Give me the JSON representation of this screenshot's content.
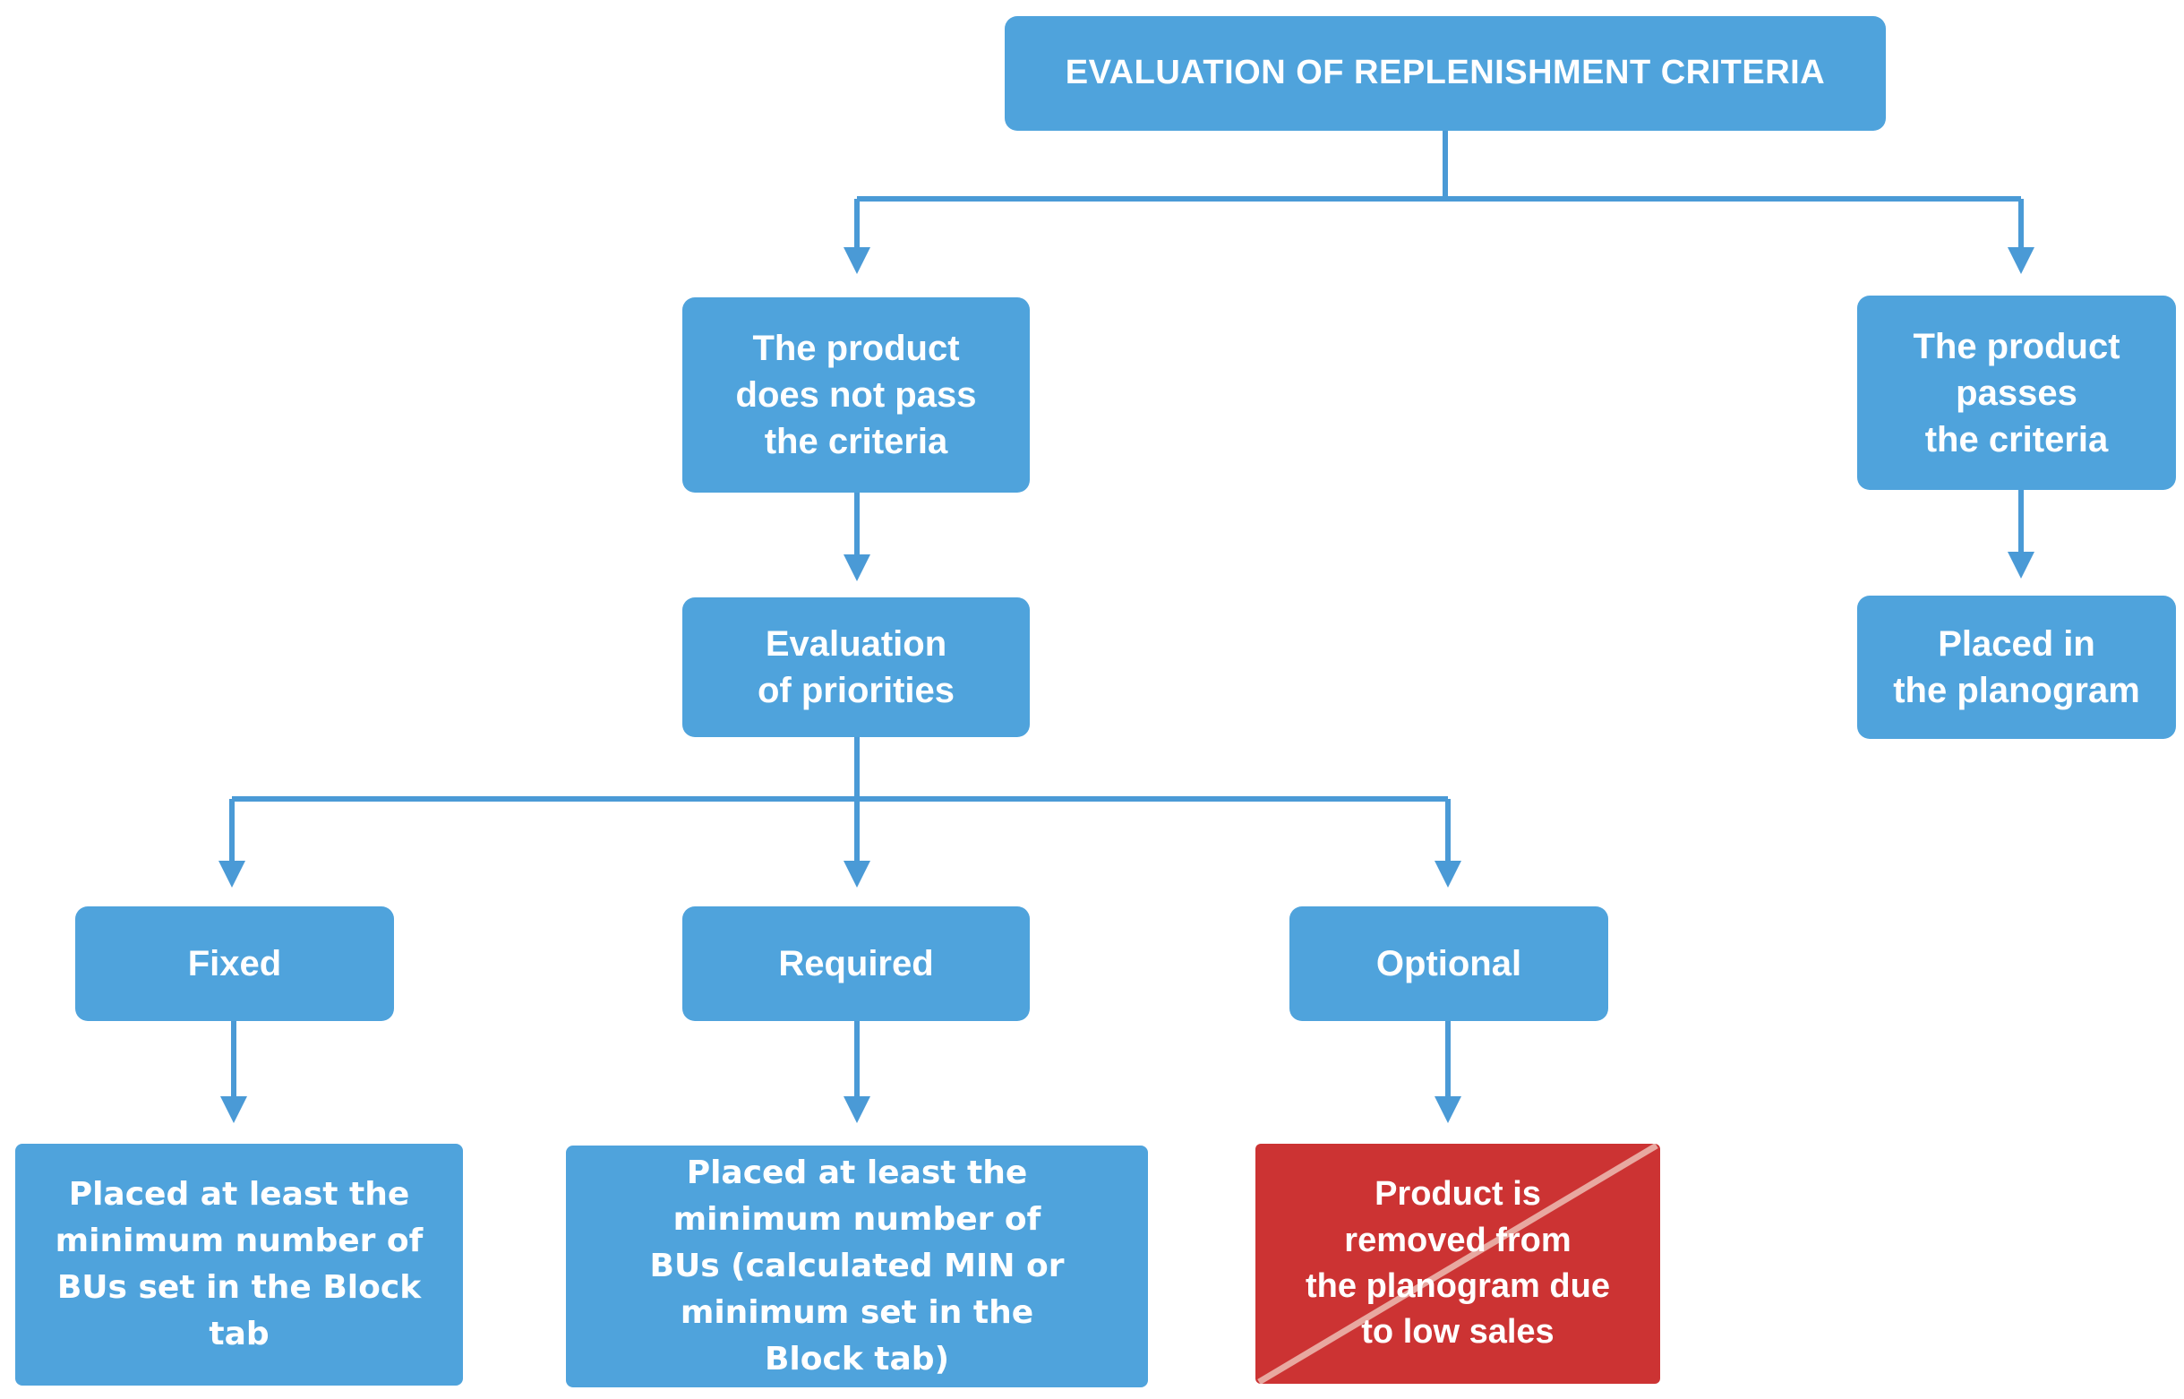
{
  "diagram": {
    "root": {
      "label": "EVALUATION OF REPLENISHMENT CRITERIA"
    },
    "not_pass": {
      "label": "The product\ndoes not pass\nthe criteria"
    },
    "passes": {
      "label": "The product\npasses\nthe criteria"
    },
    "placed_planogram": {
      "label": "Placed in\nthe planogram"
    },
    "evaluation_priorities": {
      "label": "Evaluation\nof priorities"
    },
    "fixed": {
      "label": "Fixed"
    },
    "required": {
      "label": "Required"
    },
    "optional": {
      "label": "Optional"
    },
    "fixed_result": {
      "label": "Placed at least the\nminimum number of\nBUs set in the Block\ntab"
    },
    "required_result": {
      "label": "Placed at least the\nminimum number of\nBUs (calculated MIN or\nminimum set in the\nBlock tab)"
    },
    "optional_result": {
      "label": "Product is\nremoved from\nthe planogram due\nto low sales"
    }
  },
  "colors": {
    "node_fill": "#4fa3dc",
    "connector": "#4a9ad6",
    "removed_fill": "#cc3333",
    "strike": "#e8a8a0"
  }
}
